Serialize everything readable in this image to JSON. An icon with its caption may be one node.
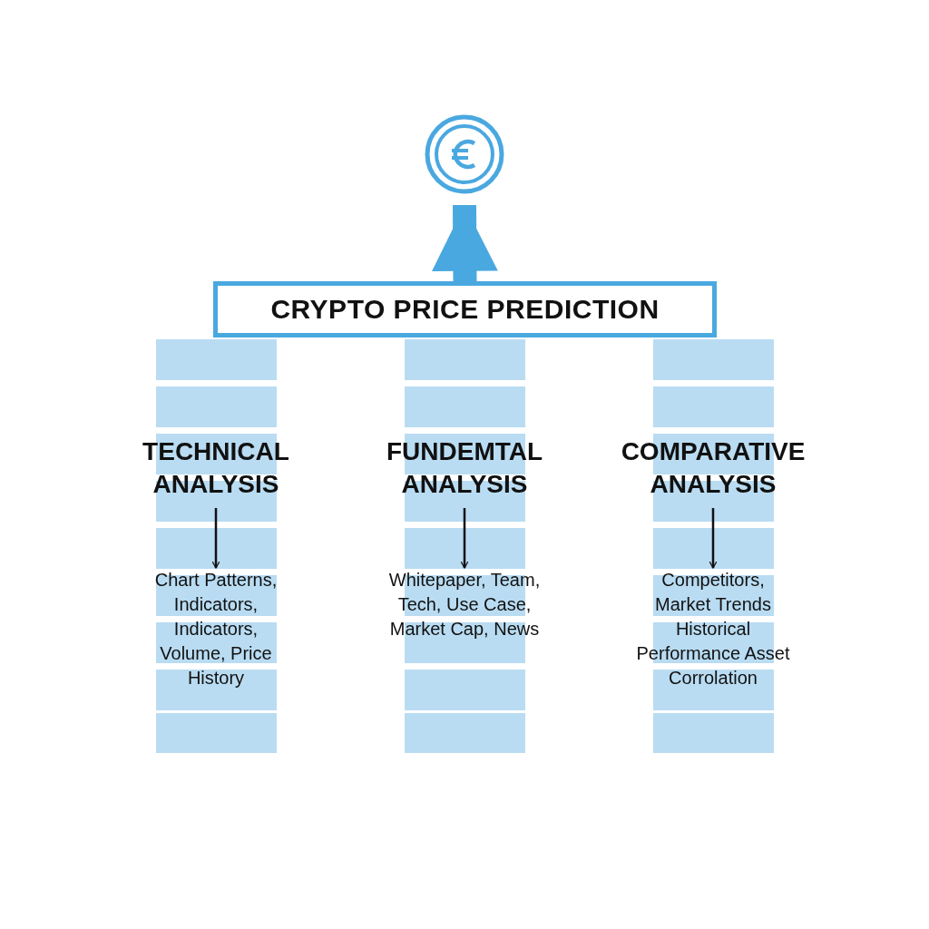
{
  "diagram": {
    "nodes": [
      {
        "text": [
          "CRYPTO PRICE PREDICTION"
        ]
      },
      {
        "text": [],
        "shape": "circle"
      },
      {
        "text": [
          "TECHNICAL ANALYSIS"
        ]
      },
      {
        "text": [
          "Chart Patterns, Indicators, Indicators, Volume, Price History"
        ]
      },
      {
        "text": [
          "FUNDEMTAL ANALYSIS"
        ]
      },
      {
        "text": [
          "Whitepaper, Team, Tech, Use Case, Market Cap, News"
        ]
      },
      {
        "text": [
          "COMPARATIVE ANALYSIS"
        ]
      },
      {
        "text": [
          "Competitors, Market Trends Historical Performance Asset Corrolation"
        ]
      }
    ],
    "edges": [
      {
        "from": 0,
        "to": 1,
        "arrow": "to",
        "style": "thick",
        "color": "#4aa8e0"
      },
      {
        "from": 2,
        "to": 3,
        "arrow": "to"
      },
      {
        "from": 4,
        "to": 5,
        "arrow": "to"
      },
      {
        "from": 6,
        "to": 7,
        "arrow": "to"
      }
    ]
  }
}
